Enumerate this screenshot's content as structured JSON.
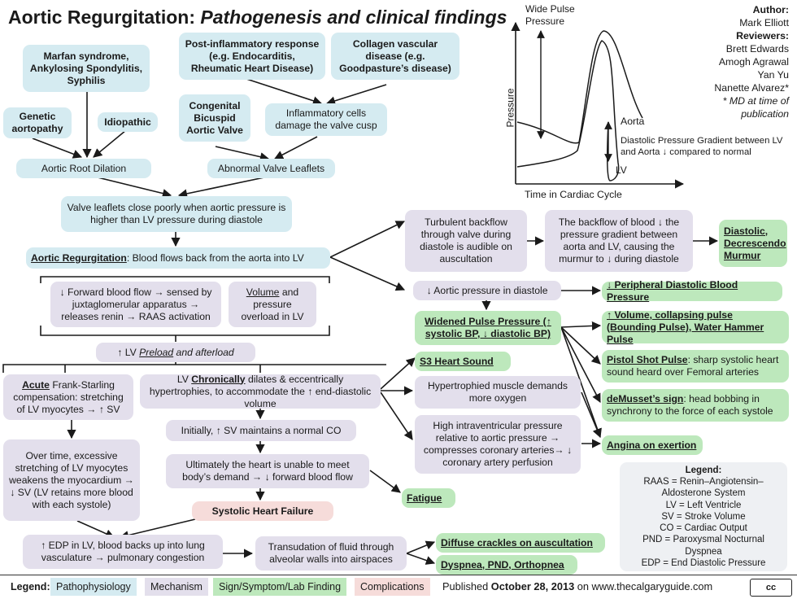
{
  "title": {
    "main": "Aortic Regurgitation:",
    "sub": "Pathogenesis and clinical findings"
  },
  "author": {
    "author_label": "Author:",
    "author": "Mark Elliott",
    "reviewers_label": "Reviewers:",
    "reviewers": [
      "Brett Edwards",
      "Amogh Agrawal",
      "Yan Yu",
      "Nanette Alvarez*"
    ],
    "note": "* MD at time of publication"
  },
  "graph": {
    "wide_pulse": "Wide Pulse Pressure",
    "ylabel": "Pressure",
    "xlabel": "Time in Cardiac Cycle",
    "aorta": "Aorta",
    "lv": "LV",
    "gradient_note": "Diastolic Pressure Gradient between LV and Aorta ↓ compared to normal"
  },
  "boxes": {
    "marfan": "Marfan syndrome, Ankylosing Spondylitis, Syphilis",
    "genetic": "Genetic aortopathy",
    "idiopathic": "Idiopathic",
    "root_dilation": "Aortic Root Dilation",
    "post_inflam": "Post-inflammatory response (e.g. Endocarditis, Rheumatic Heart Disease)",
    "collagen": "Collagen vascular disease (e.g. Goodpasture’s disease)",
    "congenital": "Congenital Bicuspid Aortic Valve",
    "inflam_cells": "Inflammatory cells damage the valve cusp",
    "abnormal_leaflets": "Abnormal Valve Leaflets",
    "close_poorly": "Valve leaflets close poorly when aortic pressure is higher than LV pressure during diastole",
    "ar_label": "Aortic Regurgitation",
    "ar_text": ": Blood flows back from the aorta into LV",
    "forward_flow": "↓ Forward blood flow → sensed by juxtaglomerular apparatus → releases renin → RAAS activation",
    "volume_word": "Volume",
    "volume_rest": " and pressure overload in LV",
    "preload_a": "↑ LV ",
    "preload_b": "Preload",
    "preload_c": " and afterload",
    "acute_word": "Acute",
    "acute_rest": " Frank-Starling compensation:  stretching of LV myocytes → ↑ SV",
    "chronic_a": "LV ",
    "chronic_word": "Chronically",
    "chronic_rest": " dilates & eccentrically hypertrophies, to accommodate the ↑ end-diastolic volume",
    "overtime": "Over time, excessive stretching of LV myocytes weakens the myocardium → ↓ SV (LV retains more blood with each systole)",
    "initially": "Initially, ↑ SV maintains a normal CO",
    "ultimately": "Ultimately the heart is unable to meet body’s demand → ↓ forward blood flow",
    "shf": "Systolic Heart Failure",
    "edp": "↑ EDP in LV, blood backs up into lung vasculature → pulmonary congestion",
    "transudation": "Transudation of fluid through alveolar walls into airspaces",
    "turbulent": "Turbulent backflow through valve during diastole is audible on auscultation",
    "backflow": "The backflow of blood ↓ the pressure gradient between aorta and LV, causing the murmur to ↓ during diastole",
    "murmur": "Diastolic, Decrescendo Murmur",
    "aortic_pressure": "↓ Aortic pressure in diastole",
    "peripheral": "↓ Peripheral Diastolic Blood Pressure",
    "widened": "Widened Pulse Pressure (↑ systolic BP, ↓ diastolic BP)",
    "volume_pulse": "↑ Volume, collapsing pulse (Bounding Pulse), Water Hammer Pulse",
    "pistol_a": "Pistol Shot Pulse",
    "pistol_b": ": sharp systolic heart sound heard over Femoral arteries",
    "demusset_a": "deMusset’s sign",
    "demusset_b": ": head bobbing in synchrony to the force of each systole",
    "s3": "S3 Heart Sound",
    "hypertrophied": "Hypertrophied muscle demands more oxygen",
    "high_ivp": "High intraventricular pressure relative to aortic pressure → compresses coronary arteries→ ↓ coronary artery perfusion",
    "angina": "Angina on exertion",
    "fatigue": "Fatigue",
    "crackles": "Diffuse crackles on auscultation",
    "dyspnea": "Dyspnea, PND, Orthopnea"
  },
  "abbrev_legend": {
    "title": "Legend:",
    "items": [
      "RAAS = Renin–Angiotensin–Aldosterone System",
      "LV = Left Ventricle",
      "SV = Stroke Volume",
      "CO = Cardiac Output",
      "PND = Paroxysmal Nocturnal Dyspnea",
      "EDP = End Diastolic Pressure"
    ]
  },
  "footer": {
    "legend_label": "Legend:",
    "patho": "Pathophysiology",
    "mech": "Mechanism",
    "sign": "Sign/Symptom/Lab Finding",
    "comp": "Complications",
    "published_a": "Published ",
    "published_date": "October 28, 2013",
    "published_b": " on www.thecalgaryguide.com",
    "license": "cc"
  },
  "colors": {
    "patho": "#d5ebf1",
    "mech": "#e3dfec",
    "sign": "#bde8bc",
    "comp": "#f6dcda"
  }
}
